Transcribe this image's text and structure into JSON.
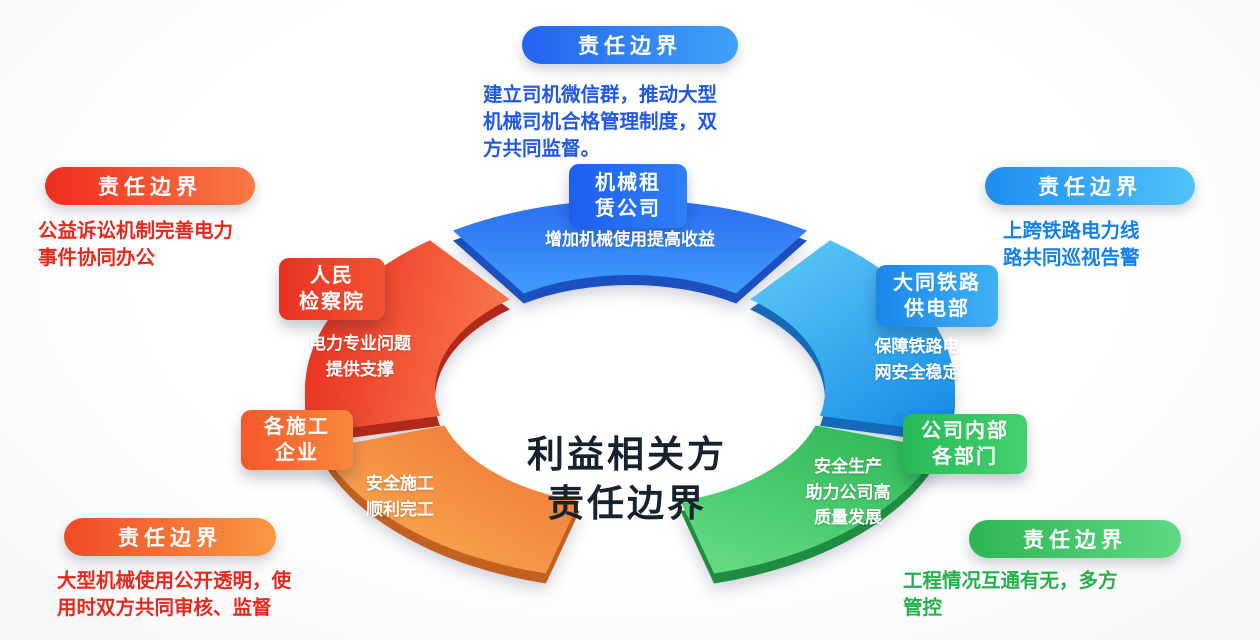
{
  "center": {
    "title": "利益相关方\n责任边界",
    "color": "#17222f"
  },
  "segments": [
    {
      "name": "机械租赁公司",
      "label": "机械租\n赁公司",
      "desc": "增加机械使用提高收益",
      "gradient": {
        "from": "#2e6df4",
        "to": "#3f9cf9"
      },
      "depth": "#1c4fc0",
      "box": {
        "from": "#1d5ef0",
        "to": "#2f80f7"
      }
    },
    {
      "name": "人民检察院",
      "label": "人民\n检察院",
      "desc": "电力专业问题\n提供支撑",
      "gradient": {
        "from": "#e83120",
        "to": "#fb7a4e"
      },
      "depth": "#b02a1b",
      "box": {
        "from": "#e93222",
        "to": "#f25433"
      }
    },
    {
      "name": "各施工企业",
      "label": "各施工\n企业",
      "desc": "安全施工\n顺利完工",
      "gradient": {
        "from": "#f9b254",
        "to": "#ef7136"
      },
      "depth": "#c2601f",
      "box": {
        "from": "#f4582c",
        "to": "#f9893c"
      }
    },
    {
      "name": "大同铁路供电部",
      "label": "大同铁路\n供电部",
      "desc": "保障铁路电\n网安全稳定",
      "gradient": {
        "from": "#5cc9f7",
        "to": "#1b8fe6"
      },
      "depth": "#156ab8",
      "box": {
        "from": "#1a86ea",
        "to": "#40b1f5"
      }
    },
    {
      "name": "公司内部各部门",
      "label": "公司内部\n各部门",
      "desc": "安全生产\n助力公司高\n质量发展",
      "gradient": {
        "from": "#63da82",
        "to": "#2eb857"
      },
      "depth": "#1f8c41",
      "box": {
        "from": "#27b959",
        "to": "#44d16d"
      }
    }
  ],
  "callouts": [
    {
      "pill": "责任边界",
      "text": "建立司机微信群，推动大型\n机械司机合格管理制度，双\n方共同监督。",
      "grad": {
        "from": "#2563f0",
        "to": "#3fa2f8"
      },
      "text_color": "#2158e8"
    },
    {
      "pill": "责任边界",
      "text": "公益诉讼机制完善电力\n事件协同办公",
      "grad": {
        "from": "#ee2d1e",
        "to": "#f97a45"
      },
      "text_color": "#e5291d"
    },
    {
      "pill": "责任边界",
      "text": "上跨铁路电力线\n路共同巡视告警",
      "grad": {
        "from": "#1f8df0",
        "to": "#52c2f8"
      },
      "text_color": "#1580e8"
    },
    {
      "pill": "责任边界",
      "text": "大型机械使用公开透明，使\n用时双方共同审核、监督",
      "grad": {
        "from": "#f04a26",
        "to": "#f89a43"
      },
      "text_color": "#e5291d"
    },
    {
      "pill": "责任边界",
      "text": "工程情况互通有无，多方\n管控",
      "grad": {
        "from": "#2cb553",
        "to": "#5fd983"
      },
      "text_color": "#25b04b"
    }
  ]
}
